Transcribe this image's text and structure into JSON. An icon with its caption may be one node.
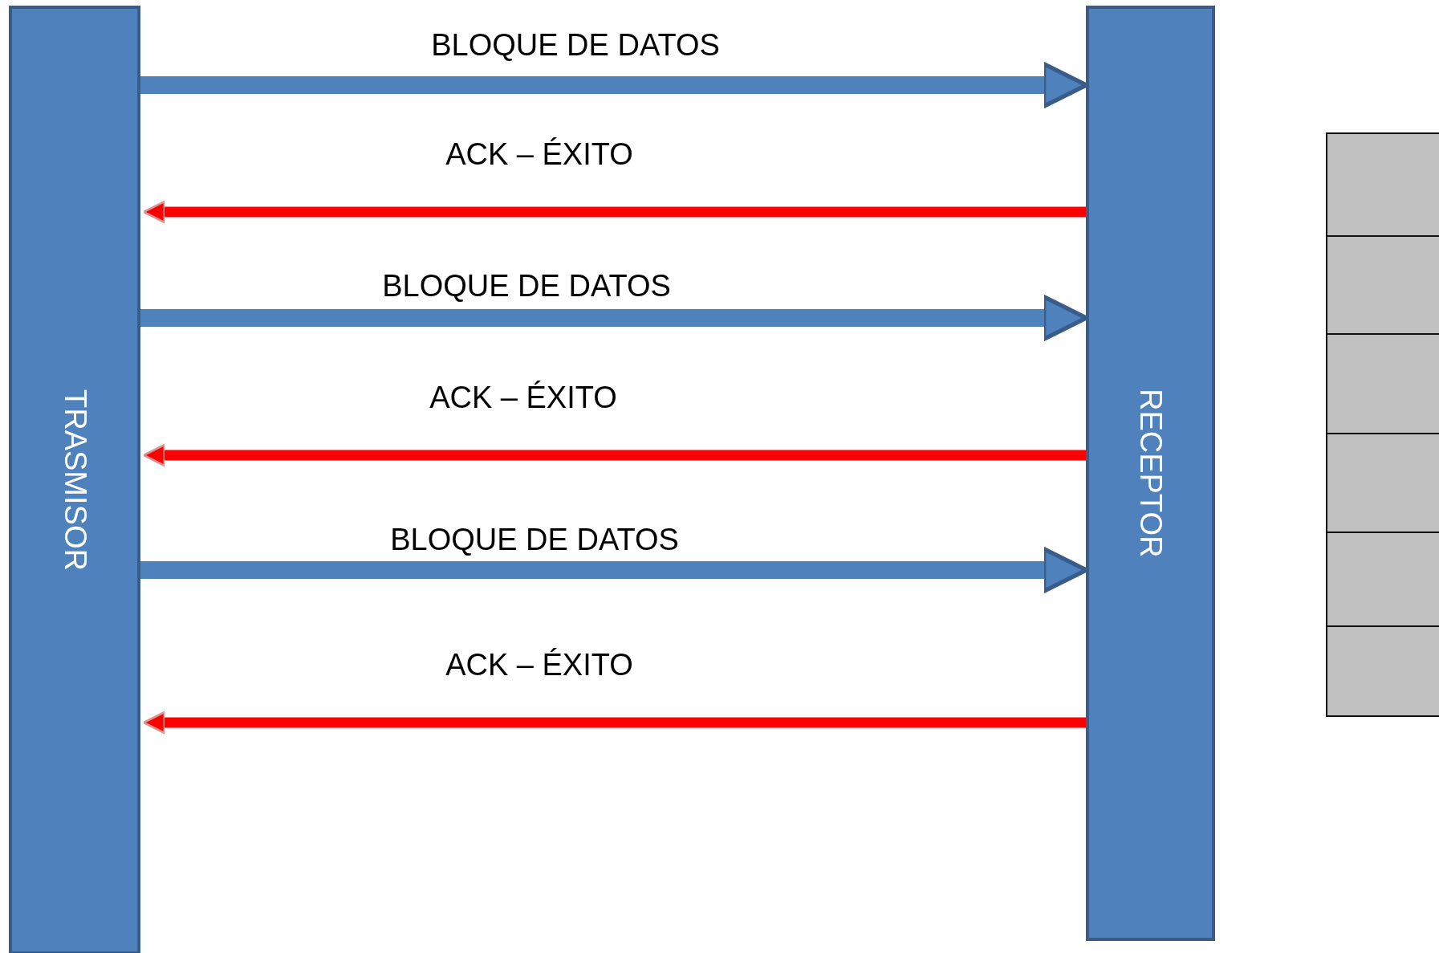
{
  "diagram": {
    "nodes": [
      {
        "text": [
          "TRASMISOR"
        ]
      },
      {
        "text": [
          "RECEPTOR"
        ]
      }
    ],
    "edges": [
      {
        "from": 0,
        "to": 1,
        "arrow": "to",
        "label": "BLOQUE DE DATOS",
        "color": "#4f81bd"
      },
      {
        "from": 1,
        "to": 0,
        "arrow": "to",
        "label": "ACK – ÉXITO",
        "color": "#ff0000"
      },
      {
        "from": 0,
        "to": 1,
        "arrow": "to",
        "label": "BLOQUE DE DATOS",
        "color": "#4f81bd"
      },
      {
        "from": 1,
        "to": 0,
        "arrow": "to",
        "label": "ACK – ÉXITO",
        "color": "#ff0000"
      },
      {
        "from": 0,
        "to": 1,
        "arrow": "to",
        "label": "BLOQUE DE DATOS",
        "color": "#4f81bd"
      },
      {
        "from": 1,
        "to": 0,
        "arrow": "to",
        "label": "ACK – ÉXITO",
        "color": "#ff0000"
      }
    ]
  }
}
